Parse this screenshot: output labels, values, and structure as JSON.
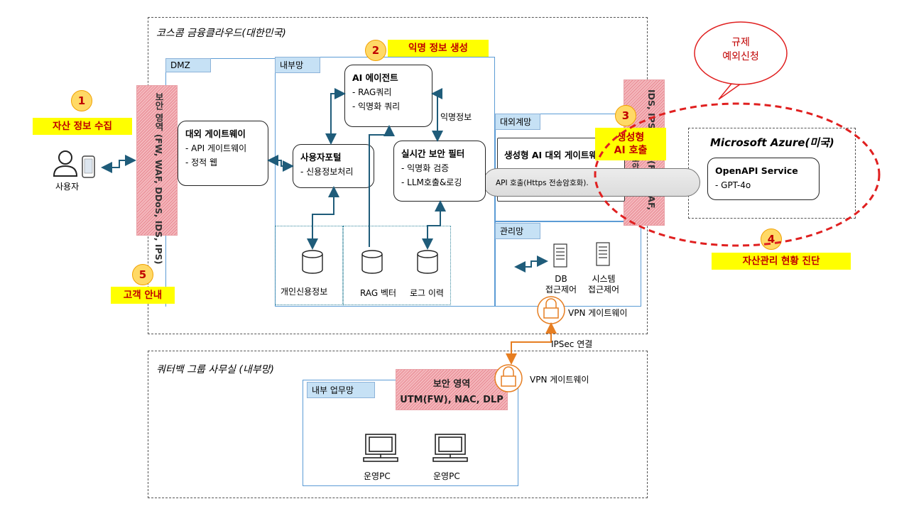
{
  "zones": {
    "koscom": "코스콤 금융클라우드(대한민국)",
    "office": "쿼터백 그룹 사무실 (내부망)",
    "azure": "Microsoft Azure(미국)"
  },
  "net_labels": {
    "dmz": "DMZ",
    "internal": "내부망",
    "external": "대외계망",
    "mgmt": "관리망",
    "office_internal": "내부 업무망"
  },
  "security_zone": {
    "left": "보안 영역 (FW, WAF, DDoS, IDS, IPS)",
    "right_top": "IDS, IPS)",
    "right_bottom": "(FW, WAF,",
    "right_clip": "보안",
    "office_title": "보안 영역",
    "office_sub": "UTM(FW), NAC, DLP"
  },
  "components": {
    "gateway": {
      "title": "대외 게이트웨이",
      "items": [
        "- API 게이트웨이",
        "- 정적 웹"
      ]
    },
    "portal": {
      "title": "사용자포털",
      "items": [
        "- 신용정보처리"
      ]
    },
    "agent": {
      "title": "AI 에이전트",
      "items": [
        "- RAG쿼리",
        "- 익명화 쿼리"
      ]
    },
    "filter": {
      "title": "실시간 보안 필터",
      "items": [
        "- 익명화 검증",
        "- LLM호출&로깅"
      ]
    },
    "gen_ai": {
      "title": "생성형 AI 대외 게이트웨이",
      "pipe": "API 호출(Https 전송암호화)."
    },
    "openai": {
      "title": "OpenAPI Service",
      "items": [
        "- GPT-4o"
      ]
    }
  },
  "databases": [
    "개인신용정보",
    "RAG 벡터",
    "로그 이력"
  ],
  "servers": [
    "DB\n접근제어",
    "시스템\n접근제어"
  ],
  "pcs": [
    "운영PC",
    "운영PC"
  ],
  "labels": {
    "user": "사용자",
    "anon_info": "익명정보",
    "vpn_top": "VPN 게이트웨이",
    "ipsec": "IPSec 연결",
    "vpn_bottom": "VPN 게이트웨이",
    "bubble": "규제\n예외신청"
  },
  "steps": [
    {
      "num": "1",
      "label": "자산 정보 수집"
    },
    {
      "num": "2",
      "label": "익명 정보 생성"
    },
    {
      "num": "3",
      "label": "생성형\nAI 호출"
    },
    {
      "num": "4",
      "label": "자산관리 현황 진단"
    },
    {
      "num": "5",
      "label": "고객 안내"
    }
  ],
  "colors": {
    "accent_red": "#c00000",
    "highlight": "#ffff00",
    "line_teal": "#1f5c7a",
    "vpn_orange": "#e67e22",
    "net_blue": "#5b9bd5"
  }
}
